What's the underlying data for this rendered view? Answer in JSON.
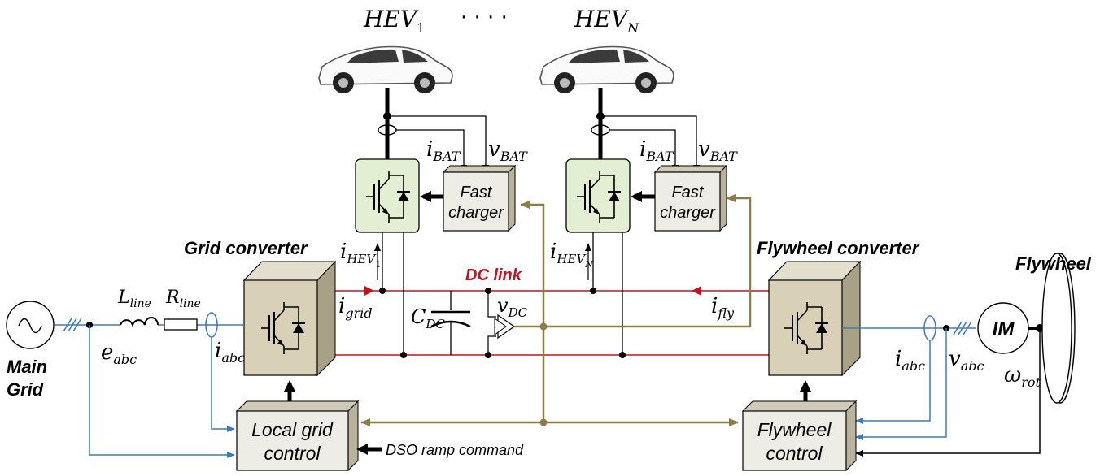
{
  "labels": {
    "hev1": {
      "main": "HEV",
      "sub": "1"
    },
    "ellipsis": "· · · ·",
    "hevn": {
      "main": "HEV",
      "sub": "N"
    },
    "ibat1": {
      "main": "i",
      "sub": "BAT"
    },
    "vbat1": {
      "main": "v",
      "sub": "BAT"
    },
    "ibat2": {
      "main": "i",
      "sub": "BAT"
    },
    "vbat2": {
      "main": "v",
      "sub": "BAT"
    },
    "fast_charger_1": [
      "Fast",
      "charger"
    ],
    "fast_charger_2": [
      "Fast",
      "charger"
    ],
    "grid_converter": "Grid converter",
    "flywheel_converter": "Flywheel converter",
    "flywheel": "Flywheel",
    "dc_link": "DC link",
    "ihev1": {
      "main": "i",
      "sub": "HEV",
      "subsub": "1"
    },
    "ihevn": {
      "main": "i",
      "sub": "HEV",
      "subsub": "N"
    },
    "igrid": {
      "main": "i",
      "sub": "grid"
    },
    "ifly": {
      "main": "i",
      "sub": "fly"
    },
    "cdc": {
      "main": "C",
      "sub": "DC"
    },
    "vdc": {
      "main": "v",
      "sub": "DC"
    },
    "lline": {
      "main": "L",
      "sub": "line"
    },
    "rline": {
      "main": "R",
      "sub": "line"
    },
    "eabc": {
      "main": "e",
      "sub": "abc"
    },
    "iabc_grid": {
      "main": "i",
      "sub": "abc"
    },
    "iabc_fly": {
      "main": "i",
      "sub": "abc"
    },
    "vabc": {
      "main": "v",
      "sub": "abc"
    },
    "omega": {
      "main": "ω",
      "sub": "rot"
    },
    "im": "IM",
    "main_grid": [
      "Main",
      "Grid"
    ],
    "local_grid_control": [
      "Local grid",
      "control"
    ],
    "flywheel_control": [
      "Flywheel",
      "control"
    ],
    "dso_command": "DSO ramp command"
  },
  "colors": {
    "dc_link": "#c0141e",
    "signal_blue": "#3a7bbf",
    "comm_olive": "#8c7d46",
    "converter_fill": "#d8d1b8",
    "hev_converter_fill": "#e2efd3",
    "control_fill": "#edece5"
  }
}
